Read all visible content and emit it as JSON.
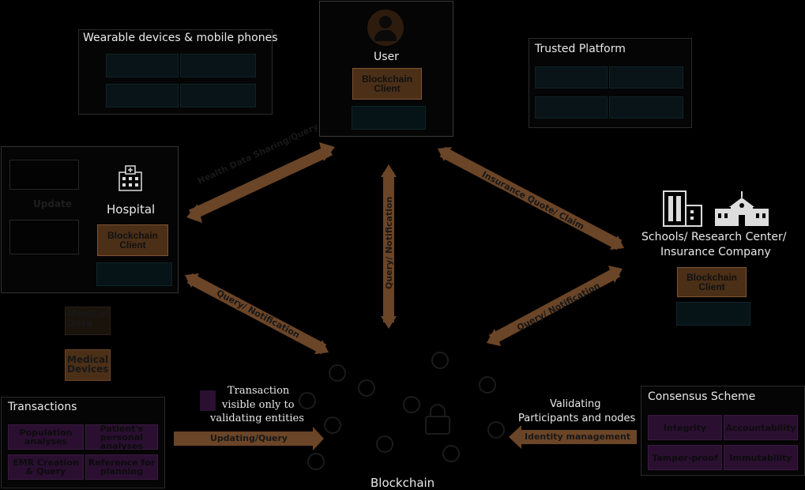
{
  "wearables": {
    "title": "Wearable devices & mobile phones"
  },
  "user": {
    "title": "User",
    "client": "Blockchain\nClient"
  },
  "trusted": {
    "title": "Trusted Platform"
  },
  "hospital": {
    "title": "Hospital",
    "client": "Blockchain\nClient",
    "update_label": "Update"
  },
  "schools": {
    "title_line1": "Schools/ Research Center/",
    "title_line2": "Insurance Company",
    "client": "Blockchain\nClient"
  },
  "side_items": {
    "medical_data": "Medical\nData",
    "medical_devices": "Medical\nDevices"
  },
  "arrows": {
    "health_data": "Health Data Sharing/Query",
    "insurance": "Insurance Quote/ Claim",
    "query_center": "Query/ Notification",
    "query_left": "Query/ Notification",
    "query_right": "Query/ Notification",
    "updating": "Updating/Query",
    "identity": "Identity management"
  },
  "transaction_note": {
    "line1": "Transaction",
    "line2": "visible only to",
    "line3": "validating entities"
  },
  "validating_note": {
    "line1": "Validating",
    "line2": "Participants and nodes"
  },
  "transactions": {
    "title": "Transactions",
    "cells": [
      "Population analyses",
      "Patient's personal analyses",
      "EMR Creation & Query",
      "Reference for planning"
    ]
  },
  "consensus": {
    "title": "Consensus Scheme",
    "cells": [
      "Integrity",
      "Accountability",
      "Tamper-proof",
      "Immutability"
    ]
  },
  "blockchain": {
    "label": "Blockchain"
  },
  "colors": {
    "arrow": "#6b4527",
    "client": "#4b2f17",
    "teal": "#071417",
    "purple": "#2a0f31"
  }
}
